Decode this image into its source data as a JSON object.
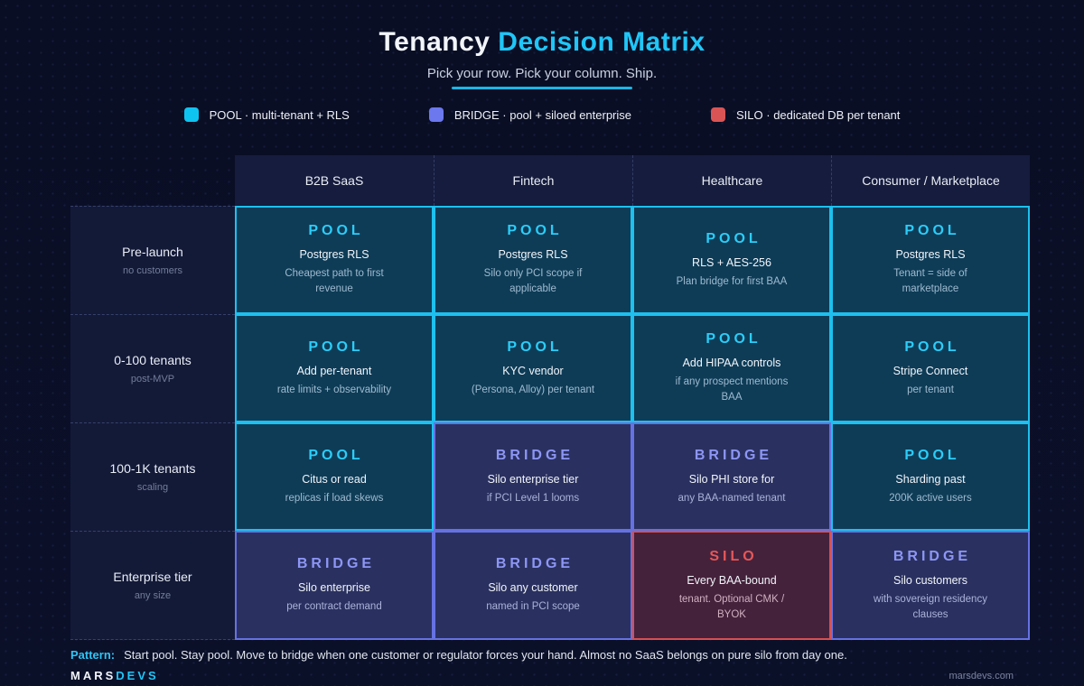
{
  "header": {
    "title_main": "Tenancy ",
    "title_accent": "Decision Matrix",
    "subtitle": "Pick your row. Pick your column. Ship."
  },
  "legend": {
    "pool": "POOL · multi-tenant + RLS",
    "bridge": "BRIDGE · pool + siloed enterprise",
    "silo": "SILO · dedicated DB per tenant"
  },
  "colors": {
    "pool_accent": "#0fc3f0",
    "bridge_accent": "#6b78ee",
    "silo_accent": "#d95555",
    "title_accent": "#1fc6f7"
  },
  "table": {
    "column_headers": [
      "B2B SaaS",
      "Fintech",
      "Healthcare",
      "Consumer / Marketplace"
    ],
    "rows": [
      {
        "label": "Pre-launch",
        "sublabel": "no customers",
        "cells": [
          {
            "type": "pool",
            "title": "POOL",
            "line1": "Postgres RLS",
            "line2": "Cheapest path to first revenue"
          },
          {
            "type": "pool",
            "title": "POOL",
            "line1": "Postgres RLS",
            "line2": "Silo only PCI scope if applicable"
          },
          {
            "type": "pool",
            "title": "POOL",
            "line1": "RLS + AES-256",
            "line2": "Plan bridge for first BAA"
          },
          {
            "type": "pool",
            "title": "POOL",
            "line1": "Postgres RLS",
            "line2": "Tenant = side of marketplace"
          }
        ]
      },
      {
        "label": "0-100 tenants",
        "sublabel": "post-MVP",
        "cells": [
          {
            "type": "pool",
            "title": "POOL",
            "line1": "Add per-tenant",
            "line2": "rate limits + observability"
          },
          {
            "type": "pool",
            "title": "POOL",
            "line1": "KYC vendor",
            "line2": "(Persona, Alloy) per tenant"
          },
          {
            "type": "pool",
            "title": "POOL",
            "line1": "Add HIPAA controls",
            "line2": "if any prospect mentions BAA"
          },
          {
            "type": "pool",
            "title": "POOL",
            "line1": "Stripe Connect",
            "line2": "per tenant"
          }
        ]
      },
      {
        "label": "100-1K tenants",
        "sublabel": "scaling",
        "cells": [
          {
            "type": "pool",
            "title": "POOL",
            "line1": "Citus or read",
            "line2": "replicas if load skews"
          },
          {
            "type": "bridge",
            "title": "BRIDGE",
            "line1": "Silo enterprise tier",
            "line2": "if PCI Level 1 looms"
          },
          {
            "type": "bridge",
            "title": "BRIDGE",
            "line1": "Silo PHI store for",
            "line2": "any BAA-named tenant"
          },
          {
            "type": "pool",
            "title": "POOL",
            "line1": "Sharding past",
            "line2": "200K active users"
          }
        ]
      },
      {
        "label": "Enterprise tier",
        "sublabel": "any size",
        "cells": [
          {
            "type": "bridge",
            "title": "BRIDGE",
            "line1": "Silo enterprise",
            "line2": "per contract demand"
          },
          {
            "type": "bridge",
            "title": "BRIDGE",
            "line1": "Silo any customer",
            "line2": "named in PCI scope"
          },
          {
            "type": "silo",
            "title": "SILO",
            "line1": "Every BAA-bound",
            "line2": "tenant. Optional CMK / BYOK"
          },
          {
            "type": "bridge",
            "title": "BRIDGE",
            "line1": "Silo customers",
            "line2": "with sovereign residency clauses"
          }
        ]
      }
    ]
  },
  "footer": {
    "pattern_label": "Pattern:",
    "pattern_text": "Start pool. Stay pool. Move to bridge when one customer or regulator forces your hand. Almost no SaaS belongs on pure silo from day one.",
    "brand_main": "MARS",
    "brand_accent": "DEVS",
    "site": "marsdevs.com"
  }
}
